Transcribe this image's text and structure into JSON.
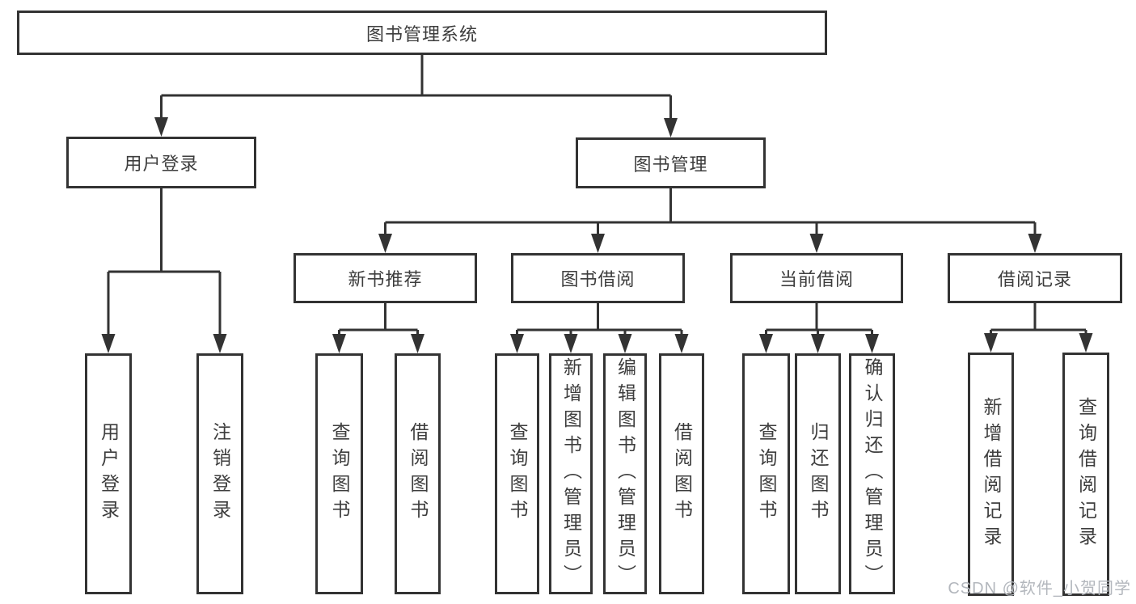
{
  "diagram": {
    "title": "图书管理系统",
    "nodes": {
      "root": "图书管理系统",
      "user_login": "用户登录",
      "book_mgmt": "图书管理",
      "new_books": "新书推荐",
      "book_borrow": "图书借阅",
      "current_borrow": "当前借阅",
      "borrow_records": "借阅记录",
      "leaves": {
        "user_login": [
          "用户登录",
          "注销登录"
        ],
        "new_books": [
          "查询图书",
          "借阅图书"
        ],
        "book_borrow": [
          "查询图书",
          "新增图书（管理员）",
          "编辑图书（管理员）",
          "借阅图书"
        ],
        "current_borrow": [
          "查询图书",
          "归还图书",
          "确认归还（管理员）"
        ],
        "borrow_records": [
          "新增借阅记录",
          "查询借阅记录"
        ]
      }
    },
    "hierarchy": {
      "图书管理系统": {
        "用户登录": [
          "用户登录",
          "注销登录"
        ],
        "图书管理": {
          "新书推荐": [
            "查询图书",
            "借阅图书"
          ],
          "图书借阅": [
            "查询图书",
            "新增图书（管理员）",
            "编辑图书（管理员）",
            "借阅图书"
          ],
          "当前借阅": [
            "查询图书",
            "归还图书",
            "确认归还（管理员）"
          ],
          "借阅记录": [
            "新增借阅记录",
            "查询借阅记录"
          ]
        }
      }
    }
  },
  "watermark": "CSDN @软件_小贺同学",
  "colors": {
    "line": "#333333",
    "text": "#3d3d3d",
    "watermark": "#b3b7bd",
    "background": "#ffffff"
  }
}
